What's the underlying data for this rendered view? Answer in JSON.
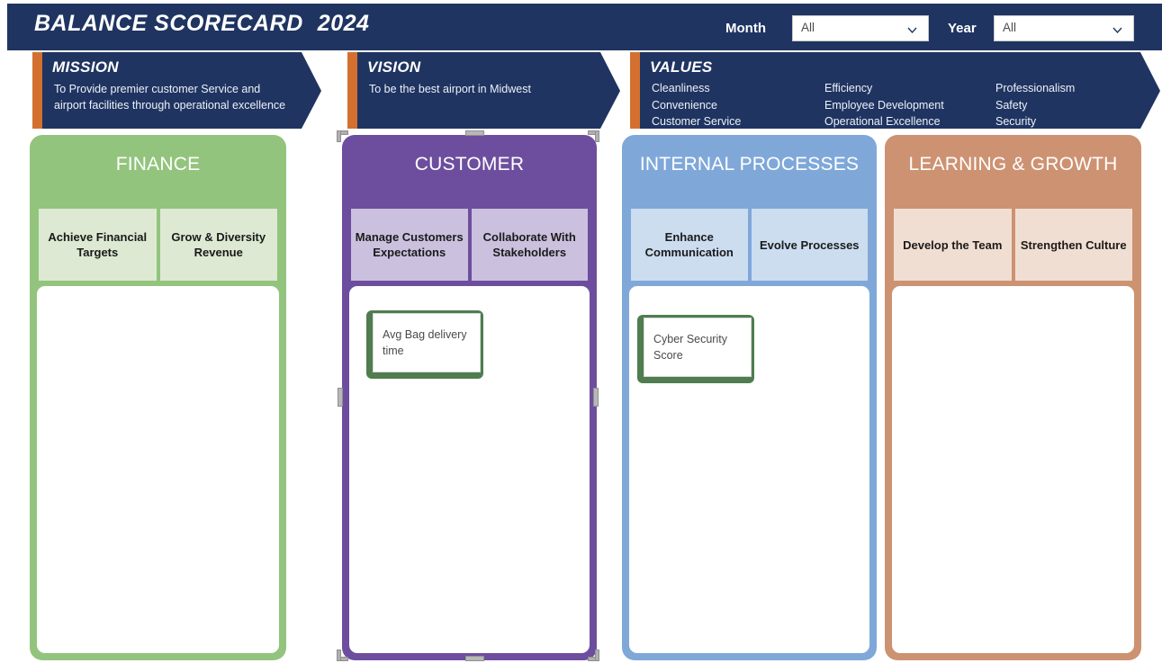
{
  "header": {
    "title": "BALANCE SCORECARD",
    "year": "2024",
    "filters": [
      {
        "label": "Month",
        "value": "All",
        "icon": "chevron-down-icon"
      },
      {
        "label": "Year",
        "value": "All",
        "icon": "chevron-down-icon"
      }
    ]
  },
  "banners": {
    "mission": {
      "title": "MISSION",
      "text": "To Provide premier customer Service and airport facilities through operational excellence"
    },
    "vision": {
      "title": "VISION",
      "text": "To be the best airport in Midwest"
    },
    "values": {
      "title": "VALUES",
      "columns": [
        [
          "Cleanliness",
          "Convenience",
          "Customer Service"
        ],
        [
          "Efficiency",
          "Employee Development",
          "Operational Excellence"
        ],
        [
          "Professionalism",
          "Safety",
          "Security"
        ]
      ]
    }
  },
  "perspectives": [
    {
      "title": "FINANCE",
      "color": "#93c47d",
      "objectives": [
        "Achieve Financial Targets",
        "Grow & Diversity Revenue"
      ],
      "kpis": []
    },
    {
      "title": "CUSTOMER",
      "color": "#6d4e9e",
      "objectives": [
        "Manage Customers Expectations",
        "Collaborate With Stakeholders"
      ],
      "kpis": [
        {
          "label": "Avg Bag delivery time",
          "accent": "#4f7d4f"
        }
      ],
      "selected": true
    },
    {
      "title": "INTERNAL PROCESSES",
      "color": "#7fa8d9",
      "objectives": [
        "Enhance Communication",
        "Evolve Processes"
      ],
      "kpis": [
        {
          "label": "Cyber Security Score",
          "accent": "#4f7d4f"
        }
      ]
    },
    {
      "title": "LEARNING & GROWTH",
      "color": "#cd9272",
      "objectives": [
        "Develop the Team",
        "Strengthen Culture"
      ],
      "kpis": []
    }
  ],
  "theme": {
    "header_bg": "#1f3461",
    "banner_accent": "#d4702f",
    "kpi_accent": "#4f7d4f"
  }
}
